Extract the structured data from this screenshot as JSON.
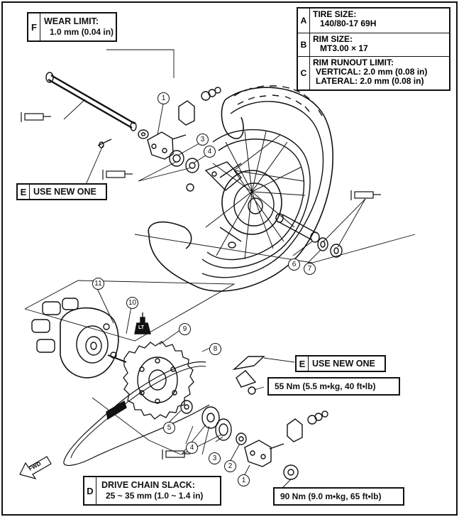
{
  "wear_limit": {
    "letter": "F",
    "title": "WEAR LIMIT:",
    "value": "1.0 mm (0.04 in)"
  },
  "specs": [
    {
      "letter": "A",
      "title": "TIRE SIZE:",
      "lines": [
        "140/80-17 69H"
      ]
    },
    {
      "letter": "B",
      "title": "RIM SIZE:",
      "lines": [
        "MT3.00 × 17"
      ]
    },
    {
      "letter": "C",
      "title": "RIM RUNOUT LIMIT:",
      "lines": [
        "VERTICAL: 2.0 mm (0.08 in)",
        "LATERAL: 2.0 mm (0.08 in)"
      ]
    }
  ],
  "use_new_left": {
    "letter": "E",
    "text": "USE NEW ONE"
  },
  "use_new_right": {
    "letter": "E",
    "text": "USE NEW ONE"
  },
  "torque_55": "55 Nm (5.5 m•kg, 40 ft•lb)",
  "torque_90": "90 Nm (9.0 m•kg, 65 ft•lb)",
  "chain_slack": {
    "letter": "D",
    "title": "DRIVE CHAIN SLACK:",
    "value": "25 ~ 35 mm (1.0 ~ 1.4 in)"
  },
  "fwd_label": "FWD",
  "lt_label": "LT",
  "callouts": [
    "1",
    "2",
    "3",
    "4",
    "5",
    "6",
    "7",
    "8",
    "9",
    "10",
    "11"
  ],
  "icons": [
    "grease-gun-icon",
    "locktite-icon",
    "fwd-arrow-icon"
  ]
}
